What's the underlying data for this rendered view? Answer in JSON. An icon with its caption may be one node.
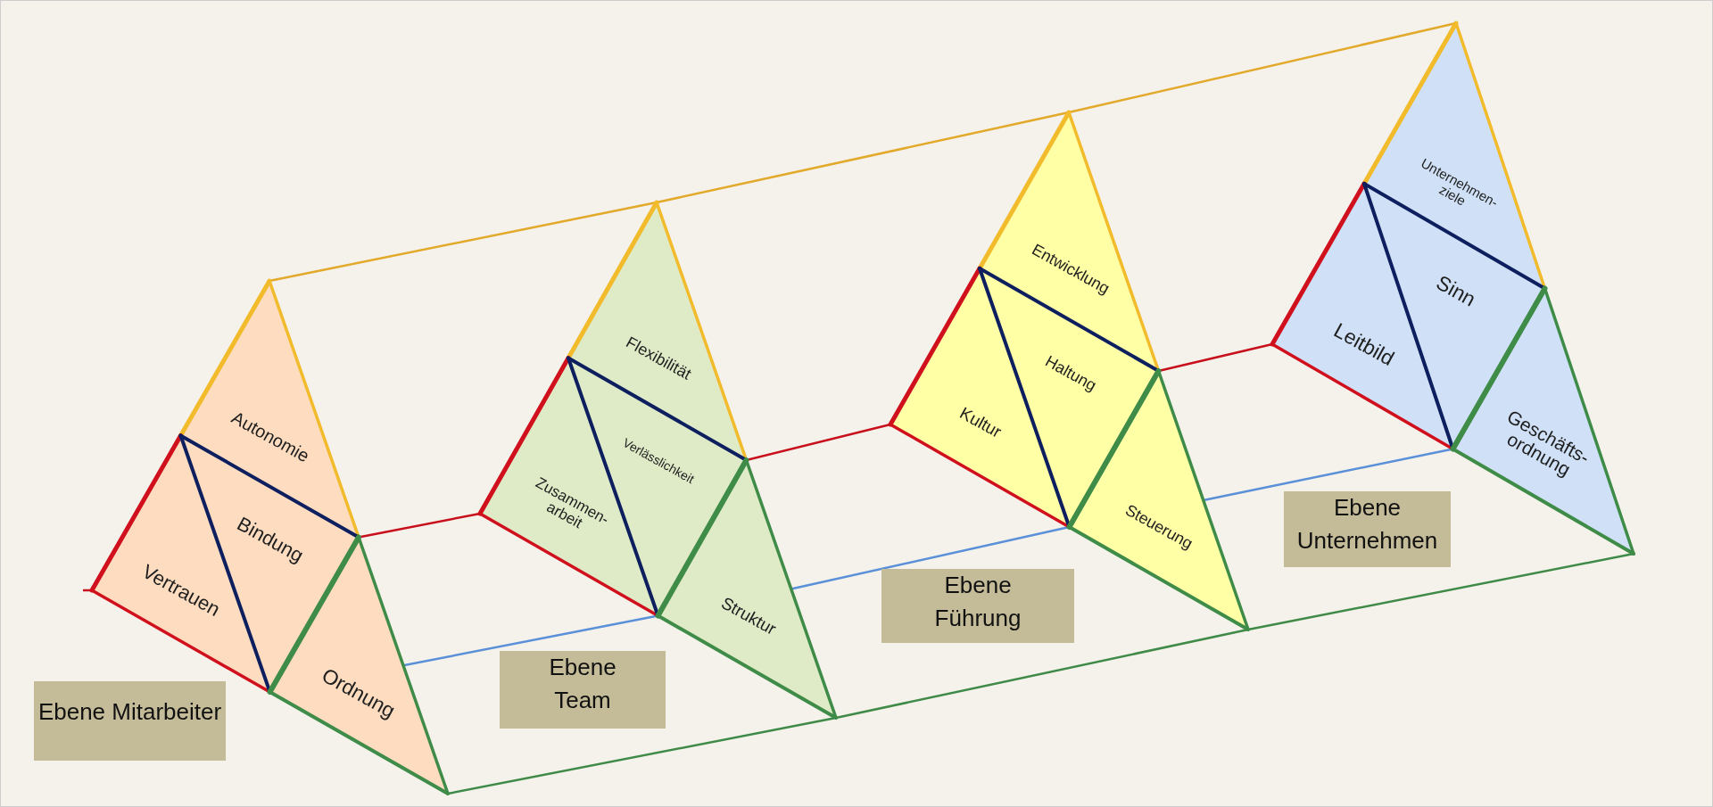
{
  "diagram": {
    "nodes": [
      {
        "text": [],
        "shape": "triangle"
      },
      {
        "text": [
          "Autonomie"
        ],
        "in": 0
      },
      {
        "text": [
          "Vertrauen"
        ],
        "in": 0
      },
      {
        "text": [
          "Bindung"
        ],
        "in": 0
      },
      {
        "text": [
          "Ordnung"
        ],
        "in": 0
      },
      {
        "text": [
          "Ebene Mitarbeiter"
        ]
      },
      {
        "text": [],
        "shape": "triangle"
      },
      {
        "text": [
          "Flexibilität"
        ],
        "in": 6
      },
      {
        "text": [
          "Zusammen- arbeit"
        ],
        "in": 6
      },
      {
        "text": [
          "Verlässlichkeit"
        ],
        "in": 6
      },
      {
        "text": [
          "Struktur"
        ],
        "in": 6
      },
      {
        "text": [
          "Ebene Team"
        ]
      },
      {
        "text": [],
        "shape": "triangle"
      },
      {
        "text": [
          "Entwicklung"
        ],
        "in": 12
      },
      {
        "text": [
          "Kultur"
        ],
        "in": 12
      },
      {
        "text": [
          "Haltung"
        ],
        "in": 12
      },
      {
        "text": [
          "Steuerung"
        ],
        "in": 12
      },
      {
        "text": [
          "Ebene Führung"
        ]
      },
      {
        "text": [],
        "shape": "triangle"
      },
      {
        "text": [
          "Unternehmen- ziele"
        ],
        "in": 18
      },
      {
        "text": [
          "Leitbild"
        ],
        "in": 18
      },
      {
        "text": [
          "Sinn"
        ],
        "in": 18
      },
      {
        "text": [
          "Geschäfts- ordnung"
        ],
        "in": 18
      },
      {
        "text": [
          "Ebene Unternehmen"
        ]
      }
    ],
    "edges": [
      {
        "from": 0,
        "to": 6,
        "arrow": "none",
        "color": "#e2a92b"
      },
      {
        "from": 6,
        "to": 12,
        "arrow": "none",
        "color": "#e2a92b"
      },
      {
        "from": 12,
        "to": 18,
        "arrow": "none",
        "color": "#e2a92b"
      },
      {
        "from": 0,
        "to": 6,
        "arrow": "none",
        "color": "#c8101d"
      },
      {
        "from": 6,
        "to": 12,
        "arrow": "none",
        "color": "#c8101d"
      },
      {
        "from": 12,
        "to": 18,
        "arrow": "none",
        "color": "#c8101d"
      },
      {
        "from": 0,
        "to": 6,
        "arrow": "none",
        "color": "#5a90d8"
      },
      {
        "from": 6,
        "to": 12,
        "arrow": "none",
        "color": "#5a90d8"
      },
      {
        "from": 12,
        "to": 18,
        "arrow": "none",
        "color": "#5a90d8"
      },
      {
        "from": 0,
        "to": 6,
        "arrow": "none",
        "color": "#3f8a47"
      },
      {
        "from": 6,
        "to": 12,
        "arrow": "none",
        "color": "#3f8a47"
      },
      {
        "from": 12,
        "to": 18,
        "arrow": "none",
        "color": "#3f8a47"
      },
      {
        "from": null,
        "to": 0,
        "arrow": "none",
        "color": "#c8101d"
      }
    ]
  }
}
